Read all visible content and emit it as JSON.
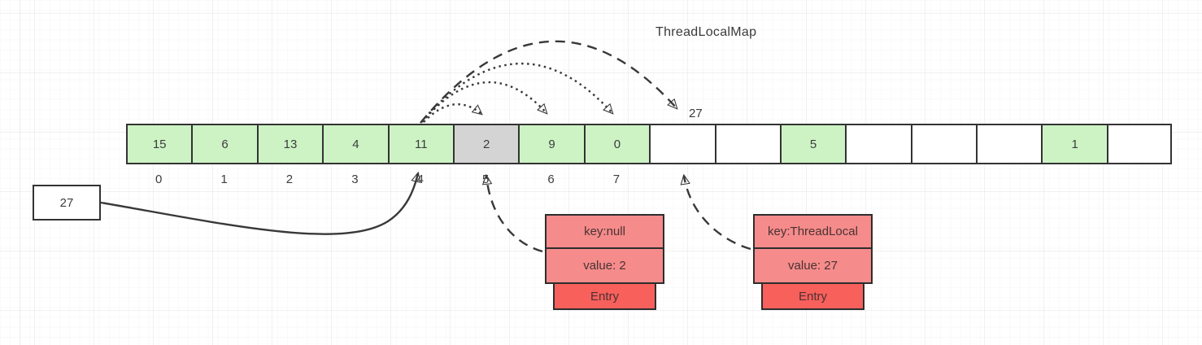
{
  "title": "ThreadLocalMap",
  "colors": {
    "cell_green": "#cdf3c5",
    "cell_gray": "#d4d4d4",
    "cell_white": "#ffffff",
    "border_dark": "#333333",
    "entry_salmon": "#f58b8b",
    "entry_red": "#f8605c",
    "line": "#383838"
  },
  "array": {
    "cells": [
      {
        "value": "15",
        "state": "green"
      },
      {
        "value": "6",
        "state": "green"
      },
      {
        "value": "13",
        "state": "green"
      },
      {
        "value": "4",
        "state": "green"
      },
      {
        "value": "11",
        "state": "green"
      },
      {
        "value": "2",
        "state": "gray"
      },
      {
        "value": "9",
        "state": "green"
      },
      {
        "value": "0",
        "state": "green"
      },
      {
        "value": "",
        "state": "empty"
      },
      {
        "value": "",
        "state": "empty"
      },
      {
        "value": "5",
        "state": "green"
      },
      {
        "value": "",
        "state": "empty"
      },
      {
        "value": "",
        "state": "empty"
      },
      {
        "value": "",
        "state": "empty"
      },
      {
        "value": "1",
        "state": "green"
      },
      {
        "value": "",
        "state": "empty"
      }
    ],
    "index_labels": [
      "0",
      "1",
      "2",
      "3",
      "4",
      "5",
      "6",
      "7"
    ]
  },
  "insert_box": {
    "label": "27"
  },
  "slot8_label": "27",
  "entry_null": {
    "key": "key:null",
    "value": "value: 2",
    "footer": "Entry"
  },
  "entry_threadlocal": {
    "key": "key:ThreadLocal",
    "value": "value: 27",
    "footer": "Entry"
  }
}
